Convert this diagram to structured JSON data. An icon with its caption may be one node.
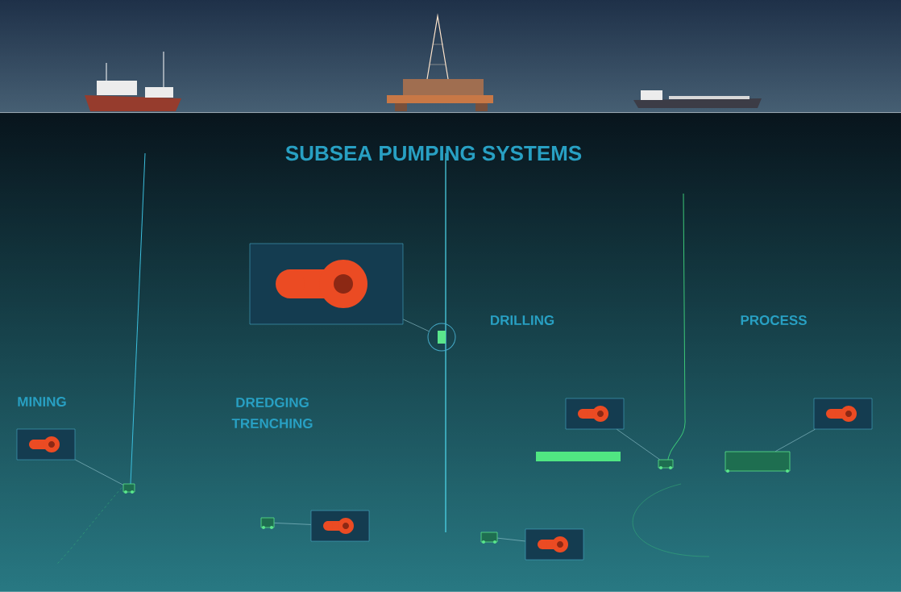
{
  "diagram": {
    "title": "SUBSEA PUMPING SYSTEMS",
    "nodes": [
      {
        "text": [],
        "shape": "picture"
      },
      {
        "text": [],
        "shape": "circle"
      },
      {
        "text": [],
        "shape": "picture"
      },
      {
        "text": [],
        "shape": "box"
      },
      {
        "text": [],
        "shape": "picture"
      },
      {
        "text": [],
        "shape": "box"
      },
      {
        "text": [],
        "shape": "picture"
      },
      {
        "text": [],
        "shape": "box"
      },
      {
        "text": [],
        "shape": "picture"
      },
      {
        "text": [],
        "shape": "box"
      },
      {
        "text": [],
        "shape": "picture"
      },
      {
        "text": [],
        "shape": "box"
      }
    ],
    "edges": [
      {
        "from": 0,
        "to": 1,
        "arrow": "none"
      },
      {
        "from": 2,
        "to": 3,
        "arrow": "none"
      },
      {
        "from": 4,
        "to": 5,
        "arrow": "none"
      },
      {
        "from": 6,
        "to": 7,
        "arrow": "none"
      },
      {
        "from": 8,
        "to": 9,
        "arrow": "none"
      },
      {
        "from": 10,
        "to": 11,
        "arrow": "none"
      }
    ],
    "labels": [
      "MINING",
      "DREDGING TRENCHING",
      "DRILLING",
      "PROCESS"
    ]
  }
}
